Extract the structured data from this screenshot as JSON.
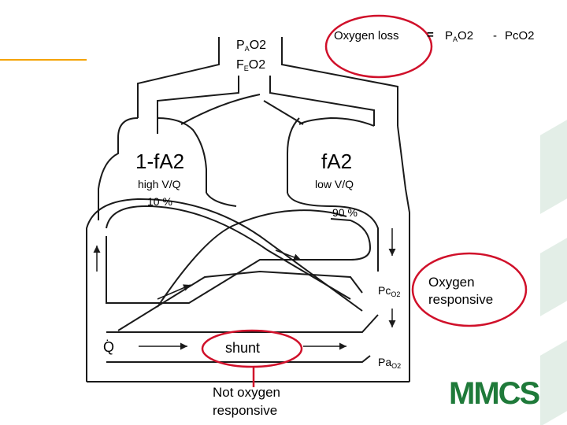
{
  "top": {
    "oxygen_loss": "Oxygen loss",
    "equals": "=",
    "eq_pa": "P",
    "eq_pa_sub": "A",
    "eq_pa_o2": "O2",
    "eq_minus": "-",
    "eq_pc": "Pc",
    "eq_pc_o2": "O2"
  },
  "inlet": {
    "pa_p": "P",
    "pa_a": "A",
    "pa_o2": "O2",
    "fe_f": "F",
    "fe_e": "E",
    "fe_o2": "O2"
  },
  "left_unit": {
    "title": "1-fA2",
    "vq": "high V/Q",
    "percent": "10 %"
  },
  "right_unit": {
    "title": "fA2",
    "vq": "low V/Q",
    "percent": "90 %"
  },
  "pc_label": {
    "p": "Pc",
    "o2": "O2"
  },
  "pa_label": {
    "p": "Pa",
    "o2": "O2"
  },
  "q_label": "Q",
  "q_dot": "·",
  "shunt_label": "shunt",
  "oxygen_responsive_line1": "Oxygen",
  "oxygen_responsive_line2": "responsive",
  "not_responsive_line1": "Not oxygen",
  "not_responsive_line2": "responsive",
  "logo": {
    "text": "MMCS"
  },
  "colors": {
    "circle": "#d0102a",
    "diagram": "#1a1a1a",
    "logo": "#1f7a3a",
    "accent_line": "#f4a300"
  }
}
